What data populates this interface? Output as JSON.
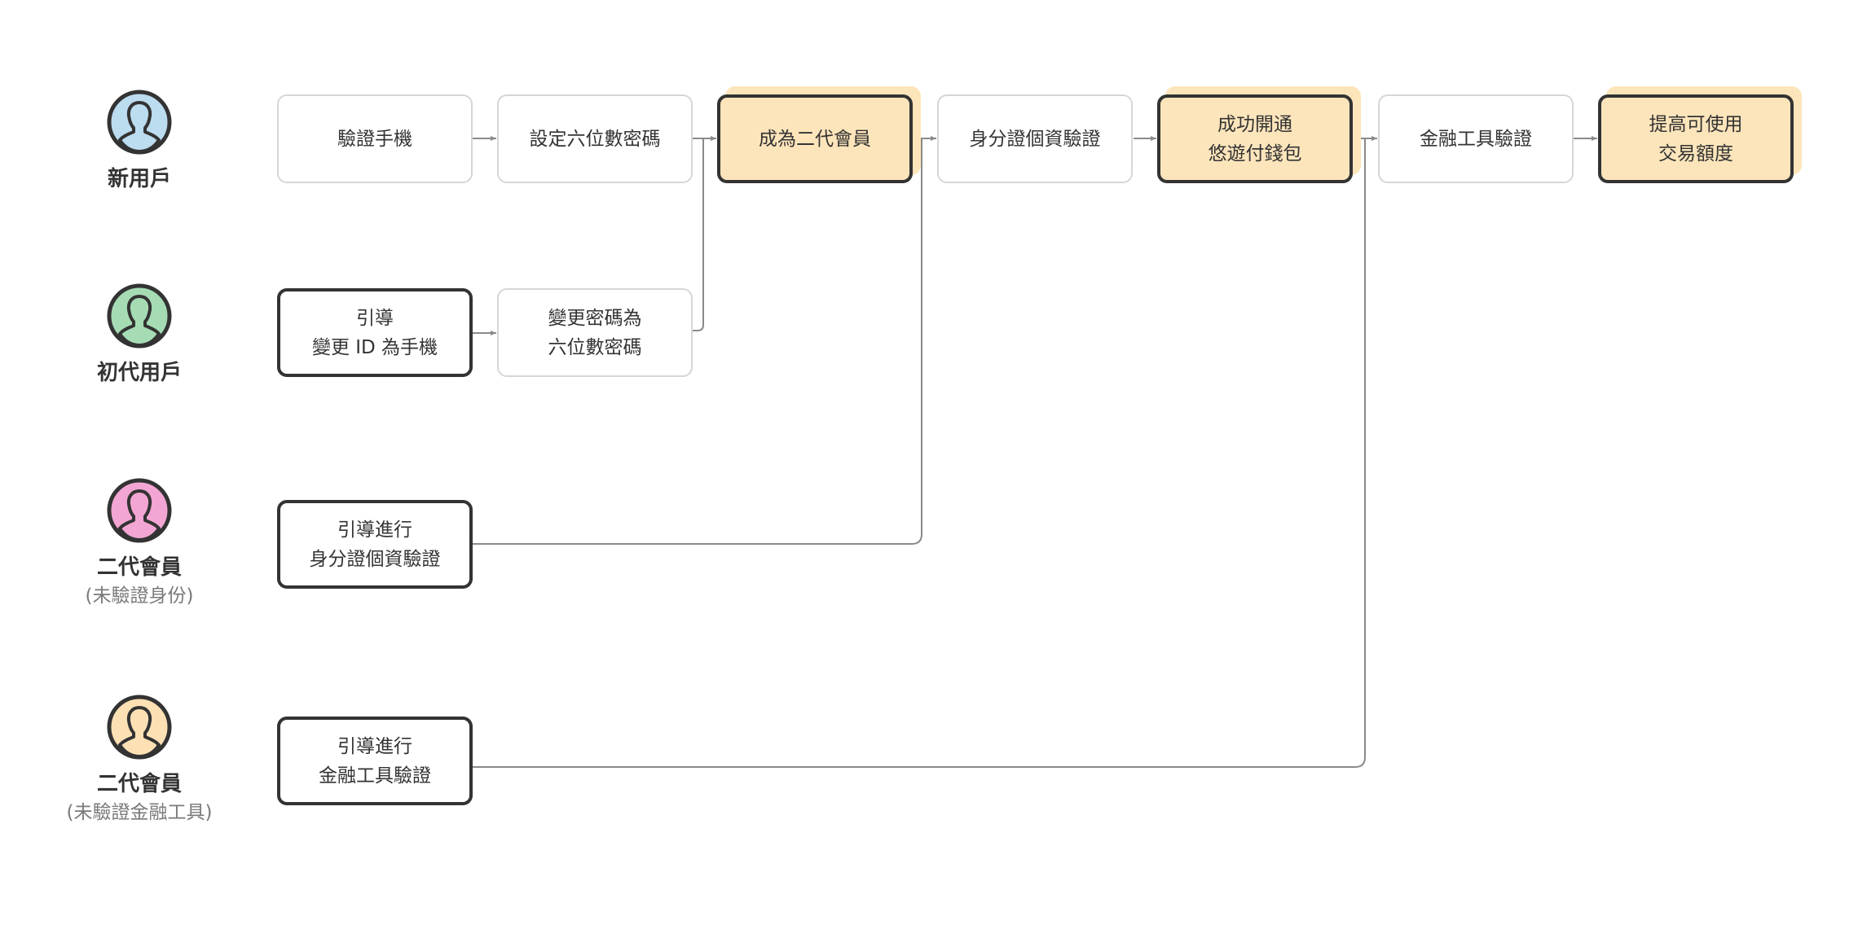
{
  "colors": {
    "highlight": "#fde5bb",
    "line": "#8a8a8a",
    "border_light": "#d6d6d6",
    "border_strong": "#333333"
  },
  "users": [
    {
      "label": "新用戶",
      "sub": "",
      "avatar_color": "#bcdcef",
      "icon": "user-icon"
    },
    {
      "label": "初代用戶",
      "sub": "",
      "avatar_color": "#a6dcb4",
      "icon": "user-icon"
    },
    {
      "label": "二代會員",
      "sub": "(未驗證身份)",
      "avatar_color": "#f3a6d3",
      "icon": "user-icon"
    },
    {
      "label": "二代會員",
      "sub": "(未驗證金融工具)",
      "avatar_color": "#fde1b4",
      "icon": "user-icon"
    }
  ],
  "nodes": {
    "verify_phone": "驗證手機",
    "set_pin": "設定六位數密碼",
    "become_member": "成為二代會員",
    "id_verify": "身分證個資驗證",
    "wallet_open": "成功開通\n悠遊付錢包",
    "fin_verify": "金融工具驗證",
    "raise_limit": "提高可使用\n交易額度",
    "guide_change_id": "引導\n變更 ID 為手機",
    "change_pin": "變更密碼為\n六位數密碼",
    "guide_id_verify": "引導進行\n身分證個資驗證",
    "guide_fin_verify": "引導進行\n金融工具驗證"
  }
}
